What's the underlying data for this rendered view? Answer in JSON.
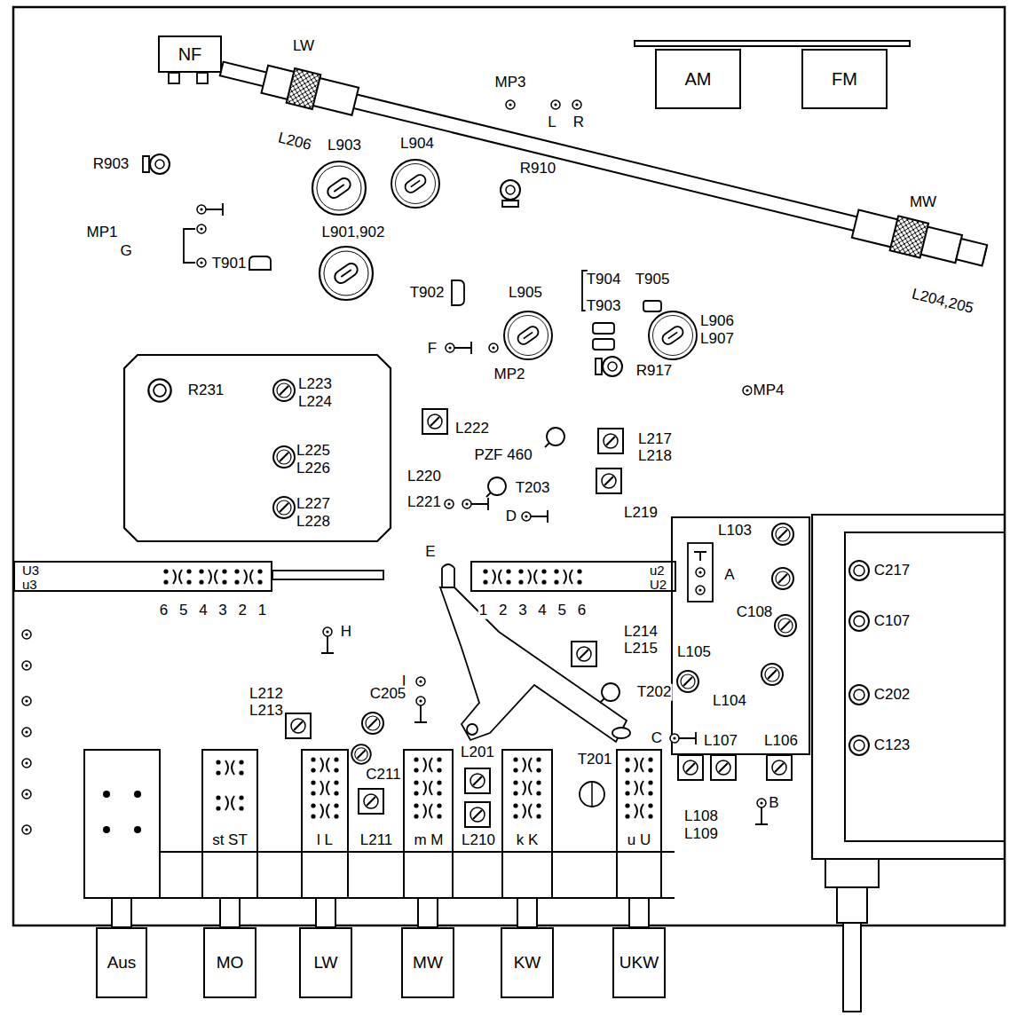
{
  "diagram": {
    "nodes": [
      {
        "text": [
          "NF"
        ]
      },
      {
        "text": [
          "AM"
        ]
      },
      {
        "text": [
          "FM"
        ]
      },
      {
        "text": [
          "U3",
          "u3"
        ]
      },
      {
        "text": [
          "u2",
          "U2"
        ]
      },
      {
        "text": [
          "Aus"
        ]
      },
      {
        "text": [
          "MO"
        ]
      },
      {
        "text": [
          "LW"
        ]
      },
      {
        "text": [
          "MW"
        ]
      },
      {
        "text": [
          "KW"
        ]
      },
      {
        "text": [
          "UKW"
        ]
      }
    ],
    "labels": [
      "LW",
      "MP3",
      "L",
      "R",
      "L206",
      "R903",
      "L903",
      "L904",
      "R910",
      "MW",
      "L204,205",
      "L901,902",
      "MP1",
      "T904",
      "T905",
      "G",
      "T901",
      "T902",
      "L905",
      "T903",
      "L906",
      "L907",
      "F",
      "MP2",
      "R917",
      "MP4",
      "R231",
      "L223",
      "L224",
      "L222",
      "PZF 460",
      "L217",
      "L218",
      "L225",
      "L226",
      "L220",
      "T203",
      "L221",
      "D",
      "L219",
      "L227",
      "L228",
      "L103",
      "E",
      "C217",
      "A",
      "6 5 4 3 2 1",
      "1 2 3 4 5 6",
      "C108",
      "C107",
      "L214",
      "H",
      "L215",
      "L105",
      "I",
      "T202",
      "C202",
      "L212",
      "C205",
      "L104",
      "L213",
      "C",
      "L107",
      "L106",
      "C123",
      "L201",
      "T201",
      "C211",
      "B",
      "L108",
      "L109",
      "st ST",
      "l L",
      "L211",
      "m M",
      "L210",
      "k K",
      "u U"
    ]
  }
}
